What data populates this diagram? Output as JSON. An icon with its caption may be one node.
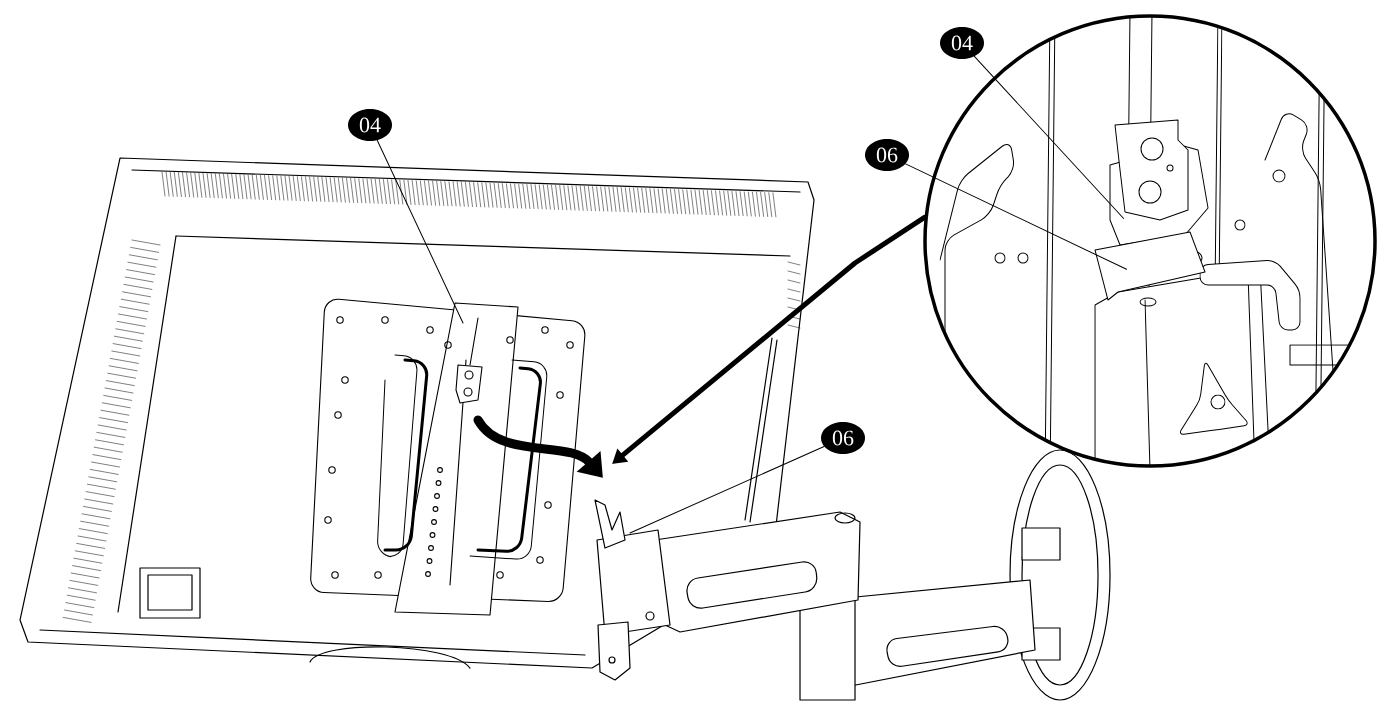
{
  "diagram": {
    "nodes": [
      {
        "text": [
          "04"
        ]
      },
      {
        "text": [
          "04"
        ]
      },
      {
        "text": [
          "06"
        ]
      },
      {
        "text": [
          "06"
        ]
      },
      {
        "text": [],
        "shape": "circle"
      },
      {
        "text": [],
        "shape": "picture",
        "in": 4
      },
      {
        "text": [],
        "shape": "picture",
        "in": 4
      }
    ],
    "edges": [
      {
        "from": 0,
        "to": 5,
        "arrow": "none"
      },
      {
        "from": 1,
        "to": null,
        "arrow": "none"
      },
      {
        "from": 2,
        "to": 6,
        "arrow": "none"
      },
      {
        "from": 3,
        "to": null,
        "arrow": "none"
      },
      {
        "from": 4,
        "to": null,
        "arrow": "to",
        "style": "thick"
      }
    ]
  }
}
